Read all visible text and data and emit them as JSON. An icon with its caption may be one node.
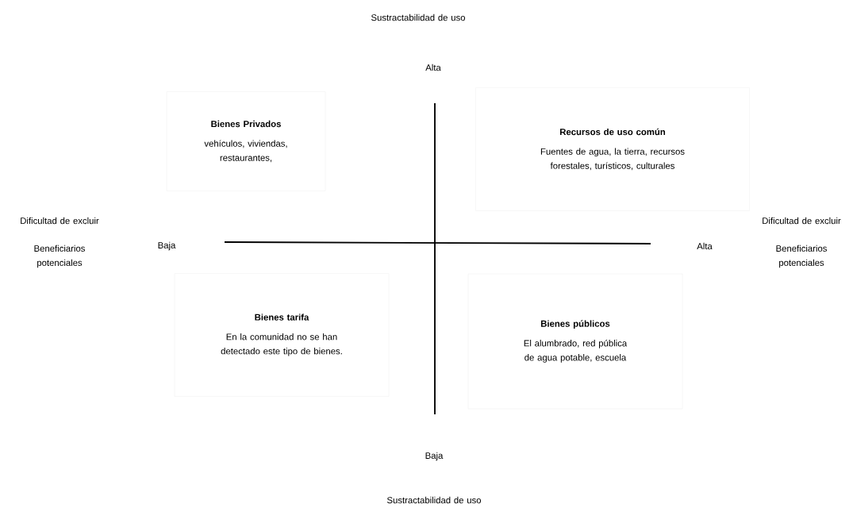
{
  "diagram": {
    "nodes": [
      {
        "text": [
          "Bienes Privados",
          "vehículos, viviendas, restaurantes,"
        ]
      },
      {
        "text": [
          "Recursos de uso común",
          "Fuentes de agua, la tierra, recursos forestales, turísticos, culturales"
        ]
      },
      {
        "text": [
          "Bienes tarifa",
          "En la comunidad no se han detectado este tipo de bienes."
        ]
      },
      {
        "text": [
          "Bienes públicos",
          "El alumbrado, red pública de agua potable, escuela"
        ]
      }
    ],
    "labels": [
      "Sustractabilidad de uso",
      "Alta",
      "Dificultad de excluir",
      "Beneficiarios potenciales",
      "Baja",
      "Alta",
      "Dificultad de excluir",
      "Beneficiarios potenciales",
      "Baja",
      "Sustractabilidad de uso"
    ]
  }
}
